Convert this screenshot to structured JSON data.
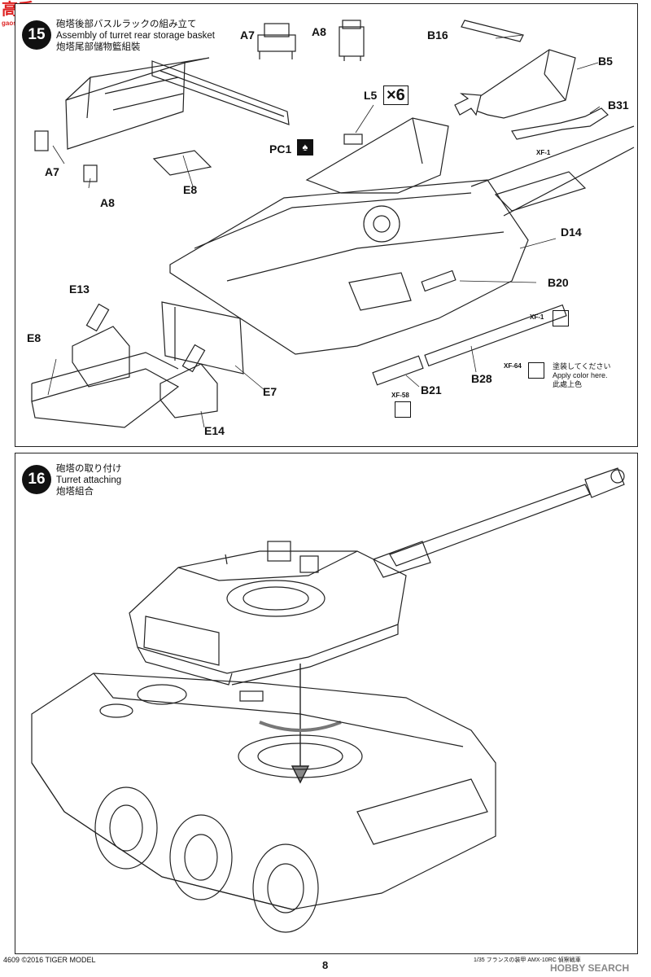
{
  "watermark_top": {
    "text": "高手",
    "sub": "gaoshou.cn"
  },
  "step15": {
    "number": "15",
    "title_jp": "砲塔後部バスルラックの組み立て",
    "title_en": "Assembly of turret rear storage basket",
    "title_cn": "炮塔尾部儲物籃組裝",
    "labels": {
      "a7_top": "A7",
      "a8_top": "A8",
      "b16": "B16",
      "b5": "B5",
      "b31": "B31",
      "l5": "L5",
      "times6": "×6",
      "pc1": "PC1",
      "a7": "A7",
      "e8_top": "E8",
      "a8": "A8",
      "d14": "D14",
      "e13": "E13",
      "b20": "B20",
      "e8": "E8",
      "e7": "E7",
      "b21": "B21",
      "b28": "B28",
      "e14": "E14"
    },
    "paints": {
      "xf1_a": "XF-1",
      "xf1_b": "XF-1",
      "xf64": "XF-64",
      "xf58": "XF-58"
    },
    "apply_color": {
      "jp": "塗装してください",
      "en": "Apply color here.",
      "cn": "此處上色"
    }
  },
  "step16": {
    "number": "16",
    "title_jp": "砲塔の取り付け",
    "title_en": "Turret attaching",
    "title_cn": "炮塔組合"
  },
  "footer": {
    "left": "4609 ©2016 TIGER MODEL",
    "page": "8",
    "right": "1/35 フランスの装甲 AMX-10RC 偵察戦車",
    "watermark": "HOBBY SEARCH"
  }
}
